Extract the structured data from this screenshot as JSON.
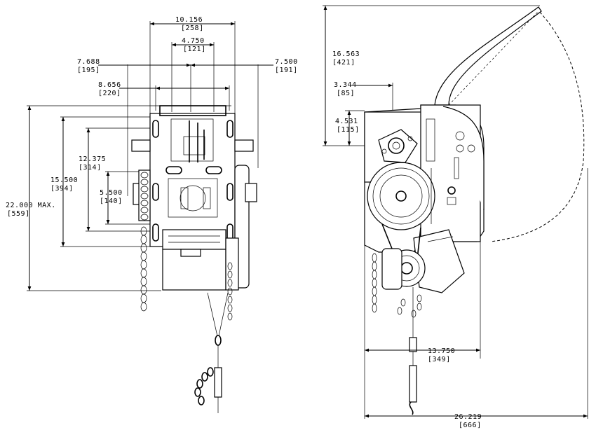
{
  "front_view": {
    "dim_overall_width": {
      "inch": "10.156",
      "mm": "[258]"
    },
    "dim_center_span": {
      "inch": "4.750",
      "mm": "[121]"
    },
    "dim_left_offset": {
      "inch": "7.688",
      "mm": "[195]"
    },
    "dim_right_offset": {
      "inch": "7.500",
      "mm": "[191]"
    },
    "dim_plate_width": {
      "inch": "8.656",
      "mm": "[220]"
    },
    "dim_max_height": {
      "inch": "22.000 MAX.",
      "mm": "[559]"
    },
    "dim_plate_height": {
      "inch": "15.500",
      "mm": "[394]"
    },
    "dim_slot_height": {
      "inch": "12.375",
      "mm": "[314]"
    },
    "dim_inner_height": {
      "inch": "5.500",
      "mm": "[140]"
    }
  },
  "side_view": {
    "dim_radius_height": {
      "inch": "16.563",
      "mm": "[421]"
    },
    "dim_mount_offset": {
      "inch": "3.344",
      "mm": "[85]"
    },
    "dim_top_offset": {
      "inch": "4.531",
      "mm": "[115]"
    },
    "dim_depth": {
      "inch": "13.750",
      "mm": "[349]"
    },
    "dim_overall_depth": {
      "inch": "26.219",
      "mm": "[666]"
    }
  }
}
